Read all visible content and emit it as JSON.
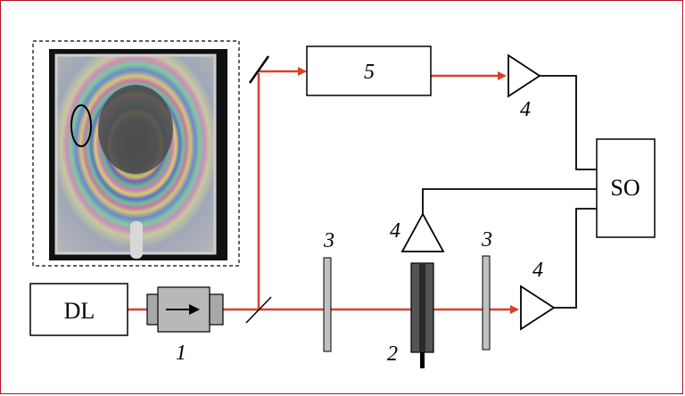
{
  "labels": {
    "dl": "DL",
    "so": "SO",
    "num1": "1",
    "num2": "2",
    "num3a": "3",
    "num3b": "3",
    "num4a": "4",
    "num4b": "4",
    "num4c": "4",
    "num5": "5"
  },
  "colors": {
    "beam": "#d8412a",
    "frame": "#b01020",
    "line": "#000000"
  },
  "inset": {
    "description_icon": "interference-fringe-photo",
    "marker": "ellipse"
  }
}
